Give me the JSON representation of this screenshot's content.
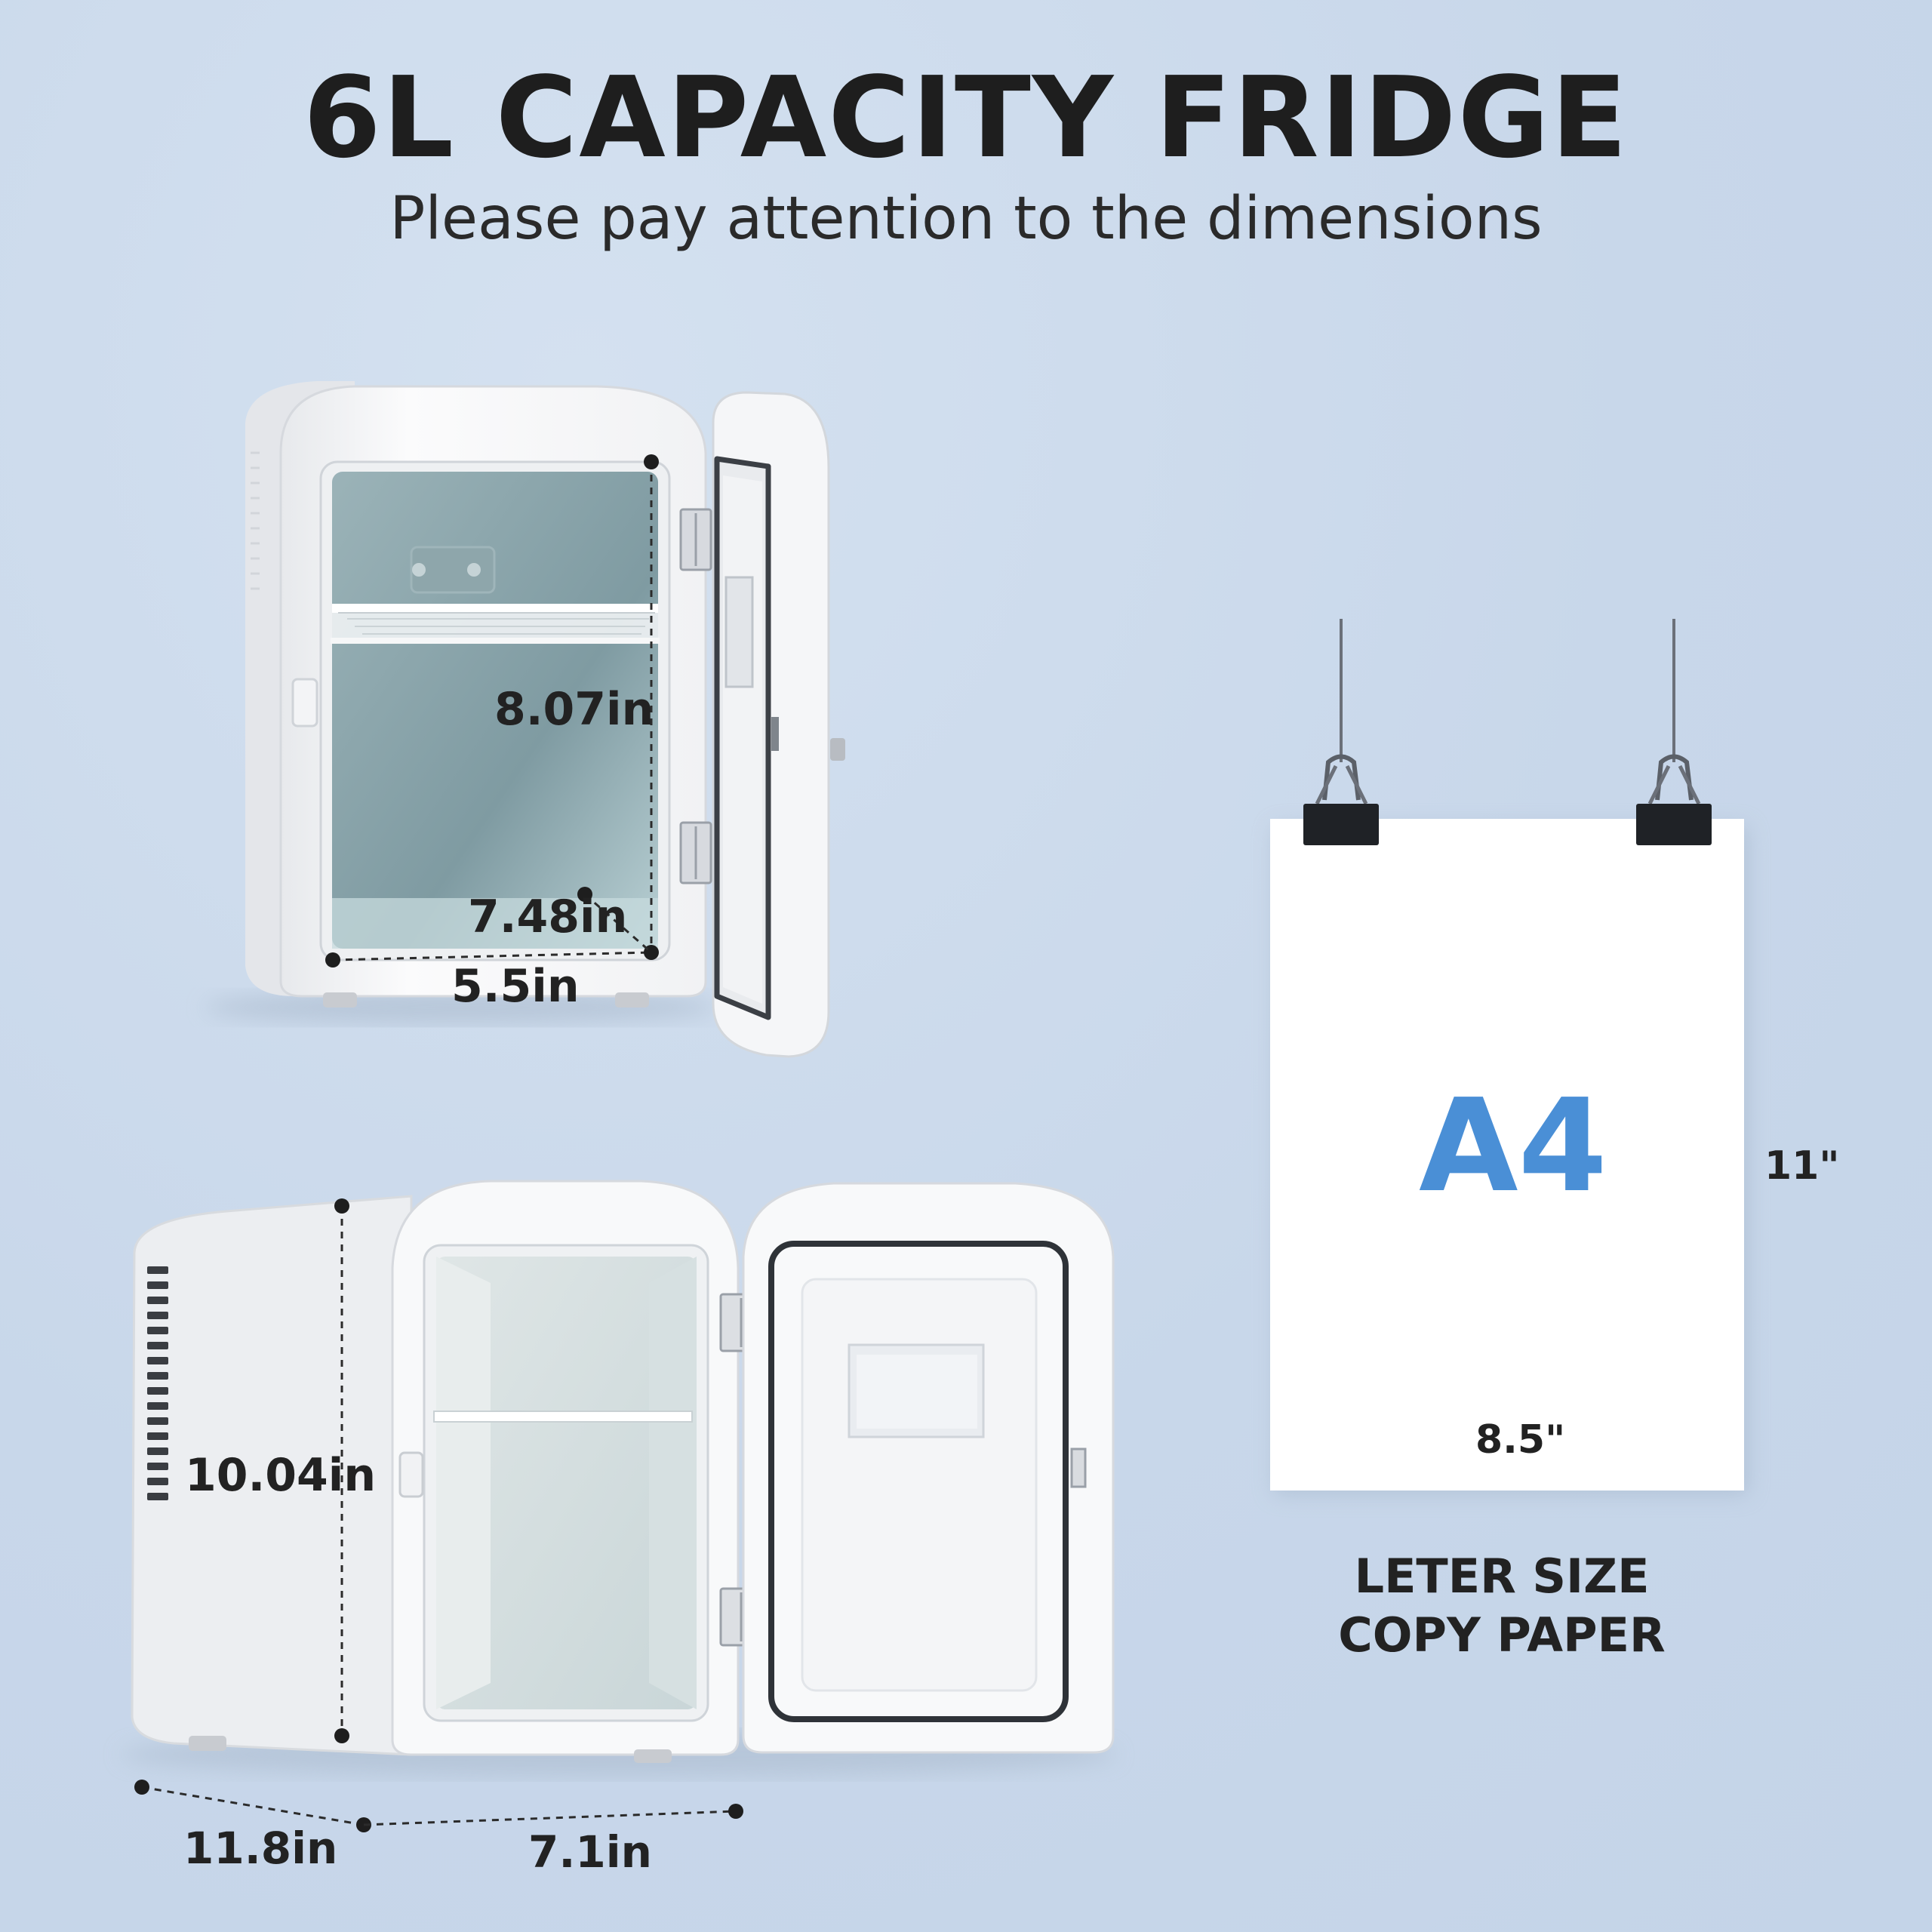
{
  "heading": {
    "title": "6L CAPACITY FRIDGE",
    "subtitle": "Please pay attention to the dimensions"
  },
  "interior_dimensions": {
    "height": "8.07in",
    "depth": "7.48in",
    "width": "5.5in"
  },
  "exterior_dimensions": {
    "height": "10.04in",
    "depth": "11.8in",
    "width": "7.1in"
  },
  "paper": {
    "label": "A4",
    "height": "11\"",
    "width": "8.5\"",
    "caption_line1": "LETER SIZE",
    "caption_line2": "COPY PAPER"
  },
  "colors": {
    "background": "#cfdcec",
    "accent_blue": "#4a8fd6",
    "text_dark": "#222222",
    "fridge_white": "#f7f8fa",
    "interior_blue": "#8fa8ad"
  }
}
